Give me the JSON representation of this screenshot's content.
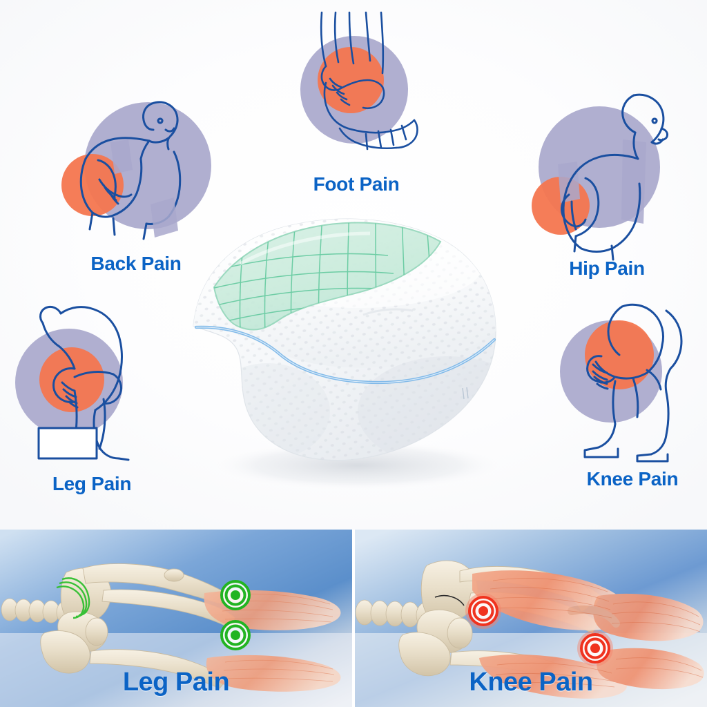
{
  "hero": {
    "background_top": "#fcfcfd",
    "product": {
      "name": "memory-foam-knee-pillow",
      "body_color": "#ffffff",
      "gel_pad_color": "#bfe8d8",
      "piping_color": "#7ab6e8",
      "shadow_color": "#e6e9ee"
    },
    "accent_colors": {
      "label_blue": "#0b63c5",
      "line_art_blue": "#1a4fa0",
      "halo_lavender": "#a9a8cc",
      "pain_orange": "#f4764f"
    },
    "icons": [
      {
        "id": "back",
        "label": "Back Pain",
        "icon_name": "back-pain-icon",
        "halo": "#a9a8cc",
        "pain_spot": "#f4764f"
      },
      {
        "id": "foot",
        "label": "Foot Pain",
        "icon_name": "foot-pain-icon",
        "halo": "#a9a8cc",
        "pain_spot": "#f4764f"
      },
      {
        "id": "hip",
        "label": "Hip Pain",
        "icon_name": "hip-pain-icon",
        "halo": "#a9a8cc",
        "pain_spot": "#f4764f"
      },
      {
        "id": "leg",
        "label": "Leg Pain",
        "icon_name": "leg-pain-icon",
        "halo": "#a9a8cc",
        "pain_spot": "#f4764f"
      },
      {
        "id": "knee",
        "label": "Knee Pain",
        "icon_name": "knee-pain-icon",
        "halo": "#a9a8cc",
        "pain_spot": "#f4764f"
      }
    ]
  },
  "panels": [
    {
      "id": "leg",
      "label": "Leg Pain",
      "marker_color": "#22b422",
      "marker_count": 2,
      "background_gradient": [
        "#5b8fcb",
        "#dfe6ee"
      ],
      "bone_color": "#e6dcc8",
      "muscle_color": "#f0a385",
      "highlight_ring_color": "#2fbf2f"
    },
    {
      "id": "knee",
      "label": "Knee Pain",
      "marker_color": "#f0331f",
      "marker_count": 2,
      "background_gradient": [
        "#6d9ad2",
        "#eef1f5"
      ],
      "bone_color": "#e6dcc8",
      "muscle_color": "#f0a385",
      "highlight_ring_color": "#f0331f"
    }
  ]
}
